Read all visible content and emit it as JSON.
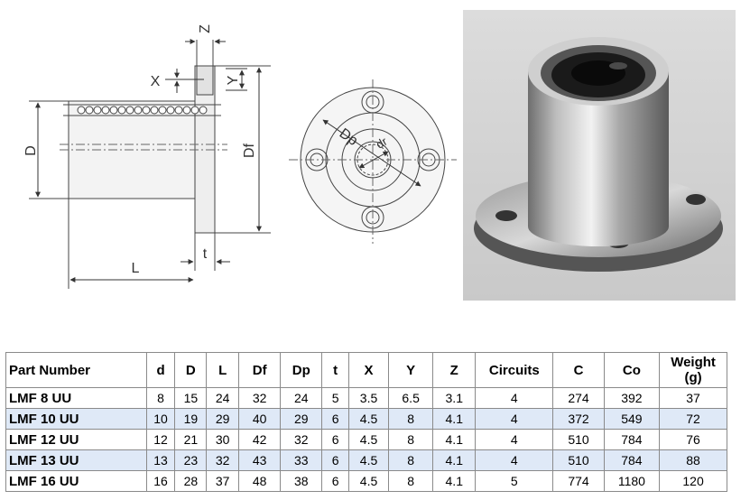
{
  "drawing": {
    "side_labels": {
      "z": "Z",
      "x": "X",
      "y": "Y",
      "d": "D",
      "df": "Df",
      "l": "L",
      "t": "t"
    },
    "front_labels": {
      "dp": "Dp",
      "dr": "dr"
    }
  },
  "table": {
    "headers": [
      "Part Number",
      "d",
      "D",
      "L",
      "Df",
      "Dp",
      "t",
      "X",
      "Y",
      "Z",
      "Circuits",
      "C",
      "Co"
    ],
    "weight_header": [
      "Weight",
      "(g)"
    ],
    "rows": [
      [
        "LMF 8 UU",
        "8",
        "15",
        "24",
        "32",
        "24",
        "5",
        "3.5",
        "6.5",
        "3.1",
        "4",
        "274",
        "392",
        "37"
      ],
      [
        "LMF 10 UU",
        "10",
        "19",
        "29",
        "40",
        "29",
        "6",
        "4.5",
        "8",
        "4.1",
        "4",
        "372",
        "549",
        "72"
      ],
      [
        "LMF 12 UU",
        "12",
        "21",
        "30",
        "42",
        "32",
        "6",
        "4.5",
        "8",
        "4.1",
        "4",
        "510",
        "784",
        "76"
      ],
      [
        "LMF 13 UU",
        "13",
        "23",
        "32",
        "43",
        "33",
        "6",
        "4.5",
        "8",
        "4.1",
        "4",
        "510",
        "784",
        "88"
      ],
      [
        "LMF 16 UU",
        "16",
        "28",
        "37",
        "48",
        "38",
        "6",
        "4.5",
        "8",
        "4.1",
        "5",
        "774",
        "1180",
        "120"
      ]
    ]
  }
}
